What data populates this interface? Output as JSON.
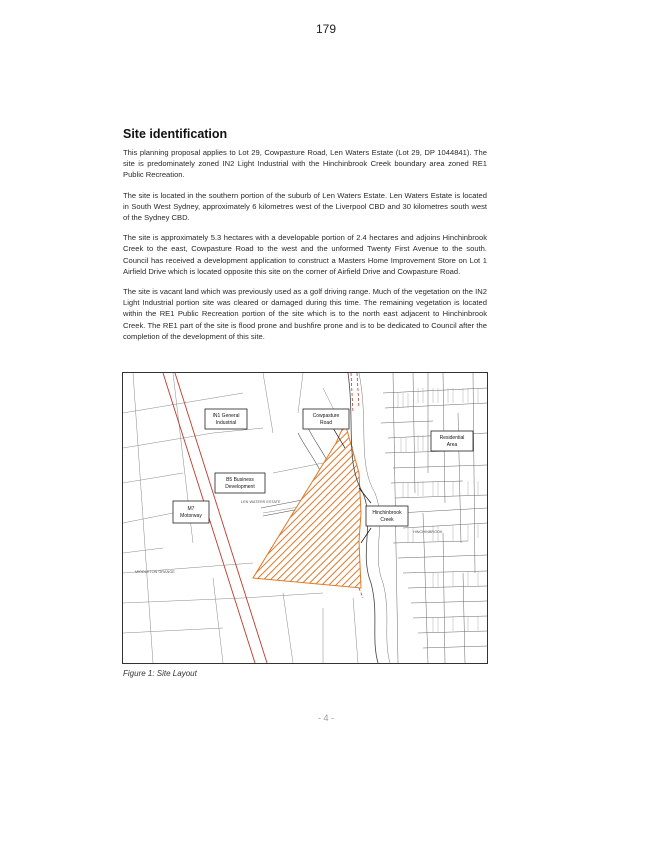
{
  "page": {
    "number_top": "179",
    "footer": "- 4 -"
  },
  "section": {
    "heading": "Site identification",
    "paragraphs": [
      "This planning proposal applies to Lot 29, Cowpasture Road, Len Waters Estate (Lot 29, DP 1044841). The site is predominately zoned IN2 Light Industrial with the Hinchinbrook Creek boundary area zoned RE1 Public Recreation.",
      "The site is located in the southern portion of the suburb of Len Waters Estate. Len Waters Estate is located in South West Sydney, approximately 6 kilometres west of the Liverpool CBD and 30 kilometres south west of the Sydney CBD.",
      "The site is approximately 5.3 hectares with a developable portion of 2.4 hectares and adjoins Hinchinbrook Creek to the east, Cowpasture Road to the west and the unformed Twenty First Avenue to the south. Council has received a development application to construct a Masters Home Improvement Store on Lot 1 Airfield Drive which is located opposite this site on the corner of Airfield Drive and Cowpasture Road.",
      "The site is vacant land which was previously used as a golf driving range. Much of the vegetation on the IN2 Light Industrial portion site was cleared or damaged during this time. The remaining vegetation is located within the RE1 Public Recreation portion of the site which is to the north east adjacent to Hinchinbrook Creek. The RE1 part of the site is flood prone and bushfire prone and is to be dedicated to Council after the completion of the development of this site."
    ]
  },
  "figure": {
    "caption": "Figure 1: Site Layout",
    "labels": {
      "in1_line1": "IN1 General",
      "in1_line2": "Industrial",
      "cowpasture_line1": "Cowpasture",
      "cowpasture_line2": "Road",
      "residential_line1": "Residential",
      "residential_line2": "Area",
      "b5_line1": "B5 Business",
      "b5_line2": "Development",
      "m7_line1": "M7",
      "m7_line2": "Motorway",
      "hinchinbrook_line1": "Hinchinbrook",
      "hinchinbrook_line2": "Creek"
    },
    "map_text": {
      "estate": "LEN WATERS ESTATE",
      "middleton": "MIDDLETON GRANGE",
      "hinch_small": "HINCHINBROOK"
    },
    "colors": {
      "site_hatch": "#e0792a",
      "boundary": "#c0392b"
    }
  }
}
